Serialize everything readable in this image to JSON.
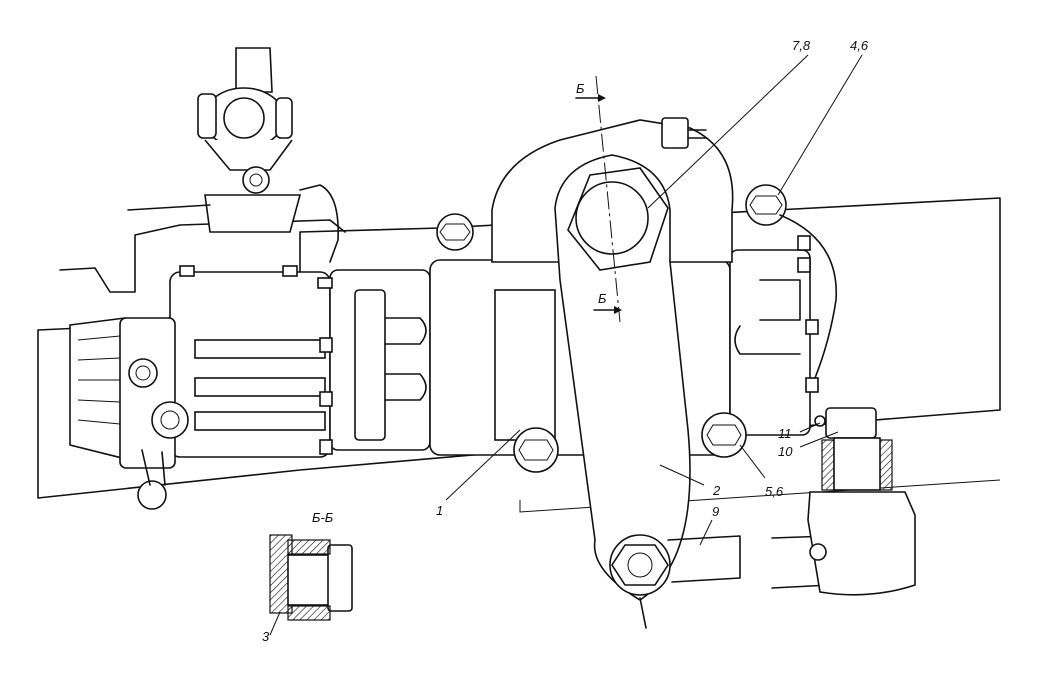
{
  "section_title": "Б-Б",
  "section_marks": [
    "Б",
    "Б"
  ],
  "callouts": {
    "c1": "1",
    "c2": "2",
    "c3": "3",
    "c46": "4,6",
    "c56": "5,6",
    "c78": "7,8",
    "c9": "9",
    "c10": "10",
    "c11": "11"
  }
}
